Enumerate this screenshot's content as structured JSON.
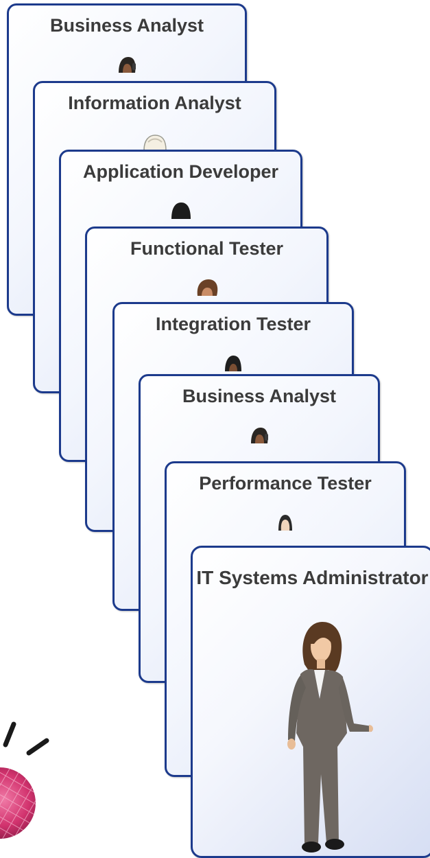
{
  "cards": [
    {
      "title": "Business Analyst",
      "avatar": "business-analyst-avatar"
    },
    {
      "title": "Information Analyst",
      "avatar": "information-analyst-avatar"
    },
    {
      "title": "Application Developer",
      "avatar": "application-developer-avatar"
    },
    {
      "title": "Functional Tester",
      "avatar": "functional-tester-avatar"
    },
    {
      "title": "Integration Tester",
      "avatar": "integration-tester-avatar"
    },
    {
      "title": "Business Analyst",
      "avatar": "business-analyst-avatar"
    },
    {
      "title": "Performance Tester",
      "avatar": "performance-tester-avatar"
    },
    {
      "title": "IT Systems Administrator",
      "avatar": "it-systems-administrator-figure"
    }
  ],
  "colors": {
    "card_border": "#1c3a8c",
    "title_text": "#3b3b3b",
    "logo_pink": "#d2336e"
  },
  "icons": {
    "logo": "smart-bulb-logo"
  }
}
